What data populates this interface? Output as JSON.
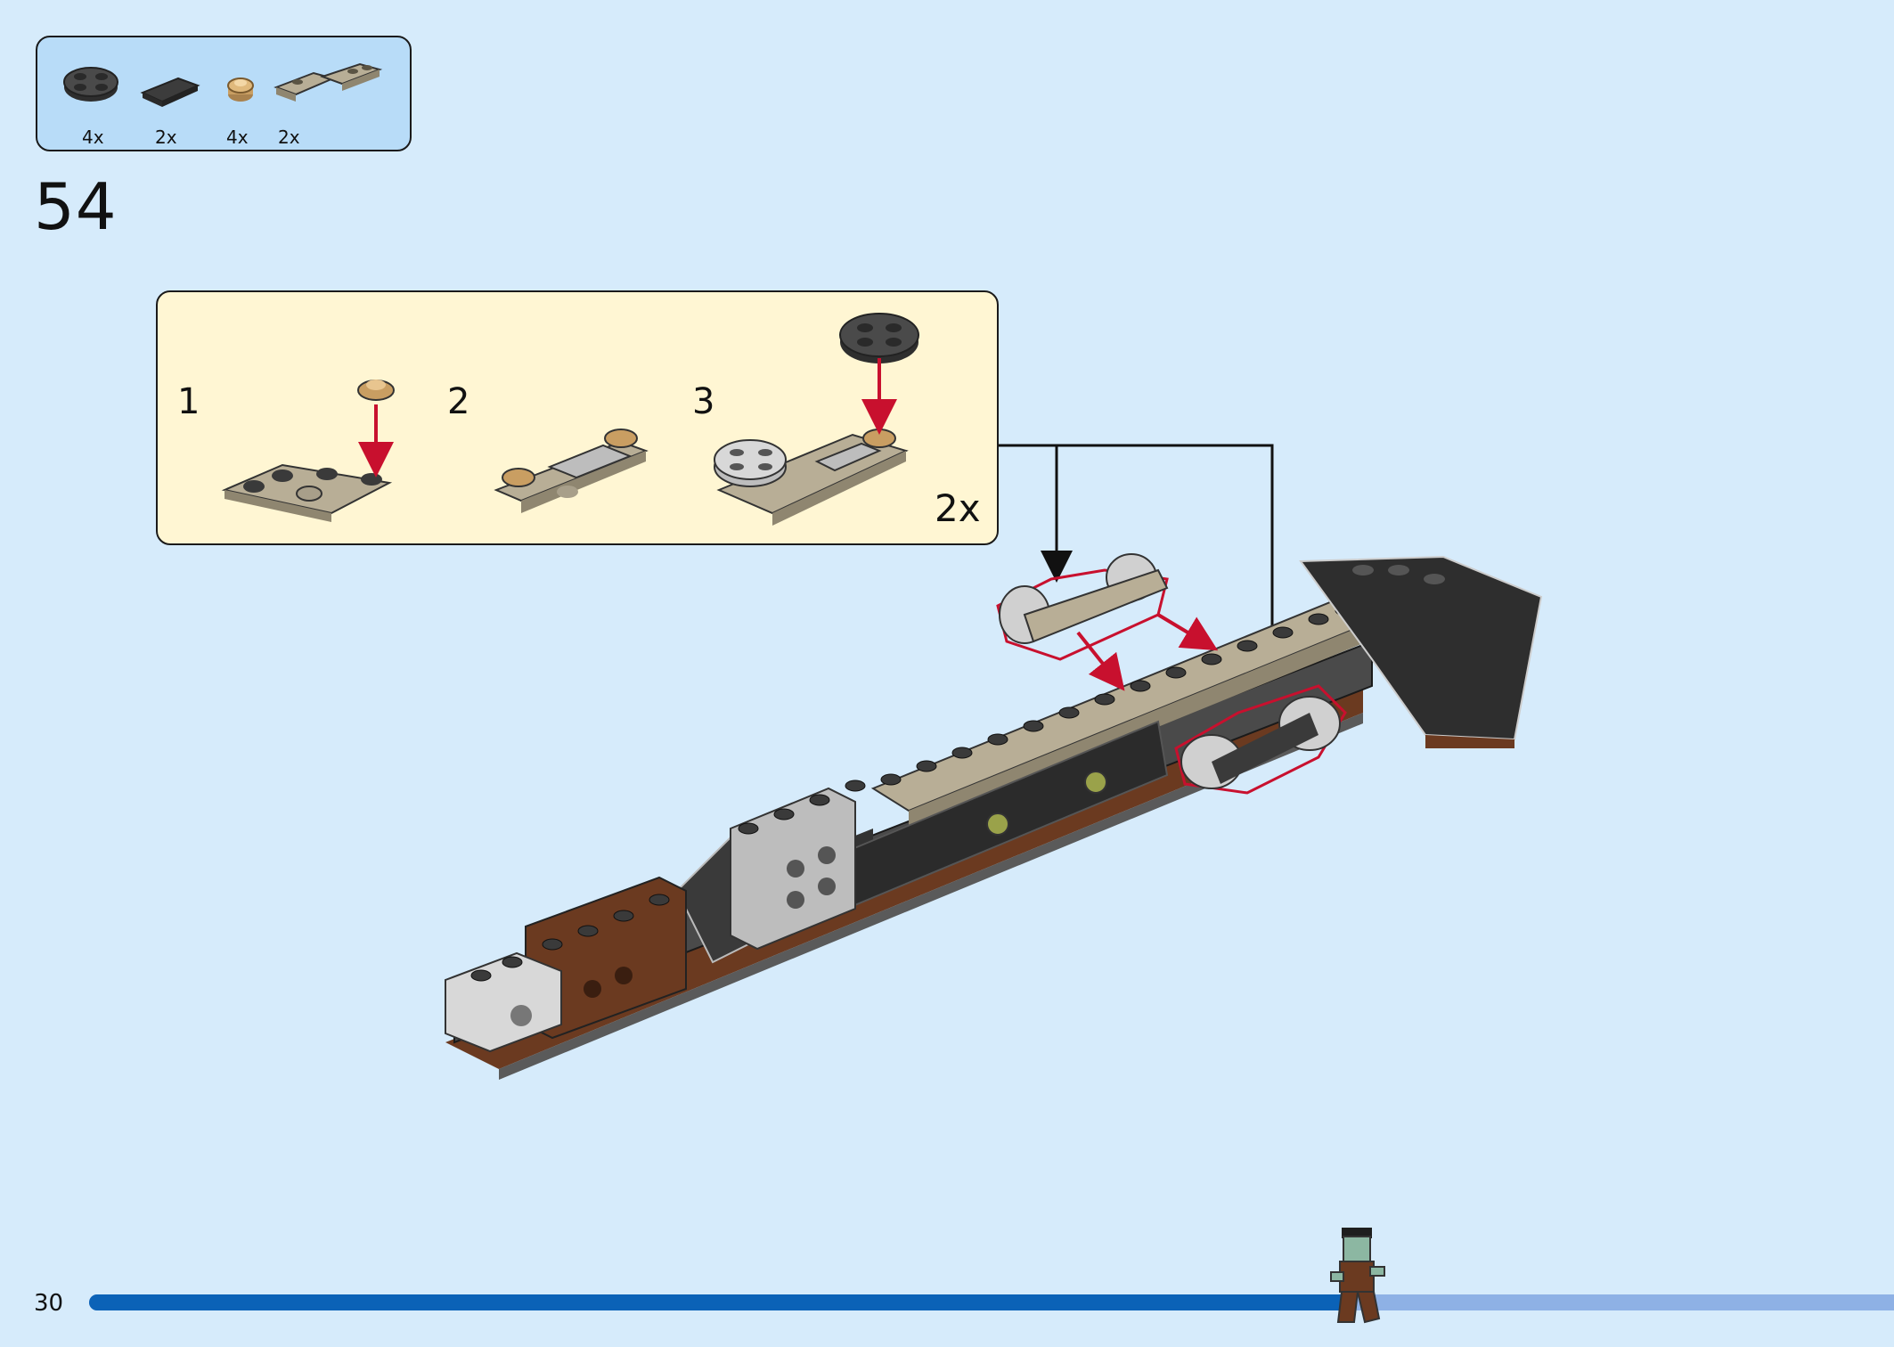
{
  "parts_list": {
    "items": [
      {
        "qty": "4x",
        "icon": "round-plate-2x2-dark-grey-icon"
      },
      {
        "qty": "2x",
        "icon": "tile-1x2-dark-grey-icon"
      },
      {
        "qty": "4x",
        "icon": "round-plate-1x1-tan-icon"
      },
      {
        "qty": "2x",
        "icon": "hinge-plate-tan-icon"
      }
    ]
  },
  "step": {
    "number": "54"
  },
  "callout": {
    "substeps": [
      "1",
      "2",
      "3"
    ],
    "multiplier": "2x"
  },
  "footer": {
    "page_number": "30",
    "progress_fraction": 0.7
  },
  "colors": {
    "background": "#d6ebfb",
    "parts_panel": "#b8dcf8",
    "callout": "#fff6d3",
    "arrow_red": "#c8102e",
    "progress_fill": "#0b62b7",
    "progress_track": "#8eb1e5",
    "dark_grey": "#3a3a3a",
    "tan": "#a89f8a",
    "brown": "#6b3a20",
    "light_grey": "#bdbdbd",
    "olive": "#9aa24a"
  }
}
